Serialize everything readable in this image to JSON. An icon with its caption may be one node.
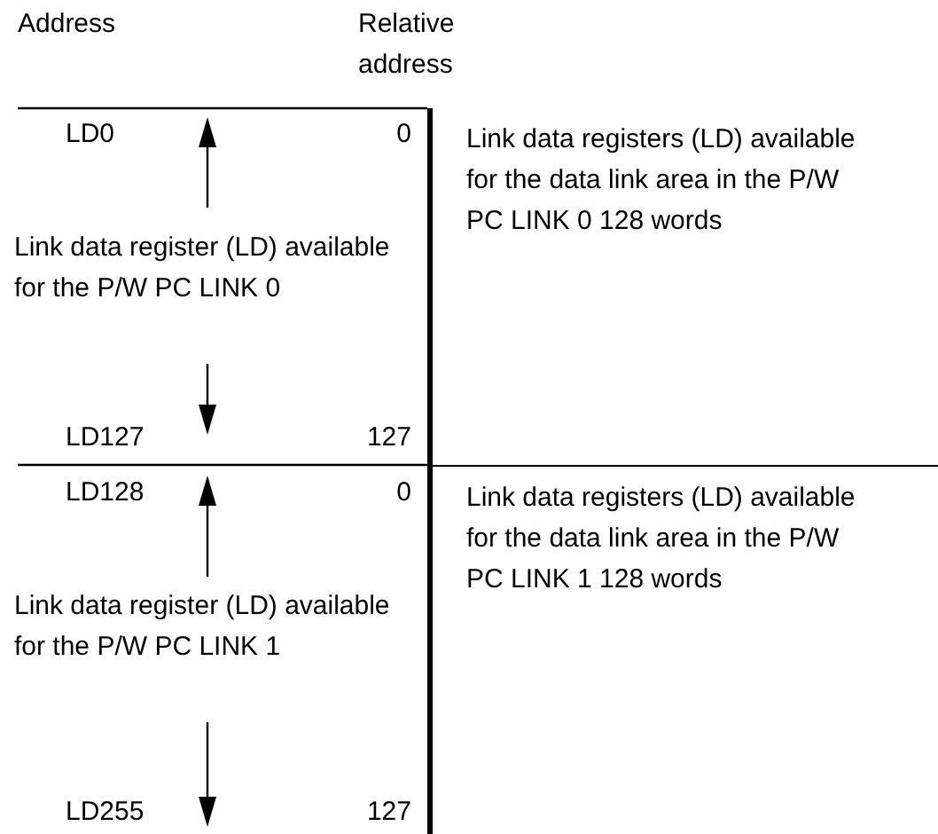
{
  "diagram": {
    "nodes": [
      {
        "text": [
          "Link data registers (LD) available for the data link area in the P/W PC LINK 0 128 words"
        ]
      },
      {
        "text": [
          "Link data registers (LD) available for the data link area in the P/W PC LINK 1 128 words"
        ]
      }
    ],
    "labels": [
      "Address",
      "Relative address",
      "LD0",
      "0",
      "Link data register (LD) available for the P/W PC LINK 0",
      "LD127",
      "127",
      "LD128",
      "0",
      "Link data register (LD) available for the P/W PC LINK 1",
      "LD255",
      "127"
    ]
  }
}
